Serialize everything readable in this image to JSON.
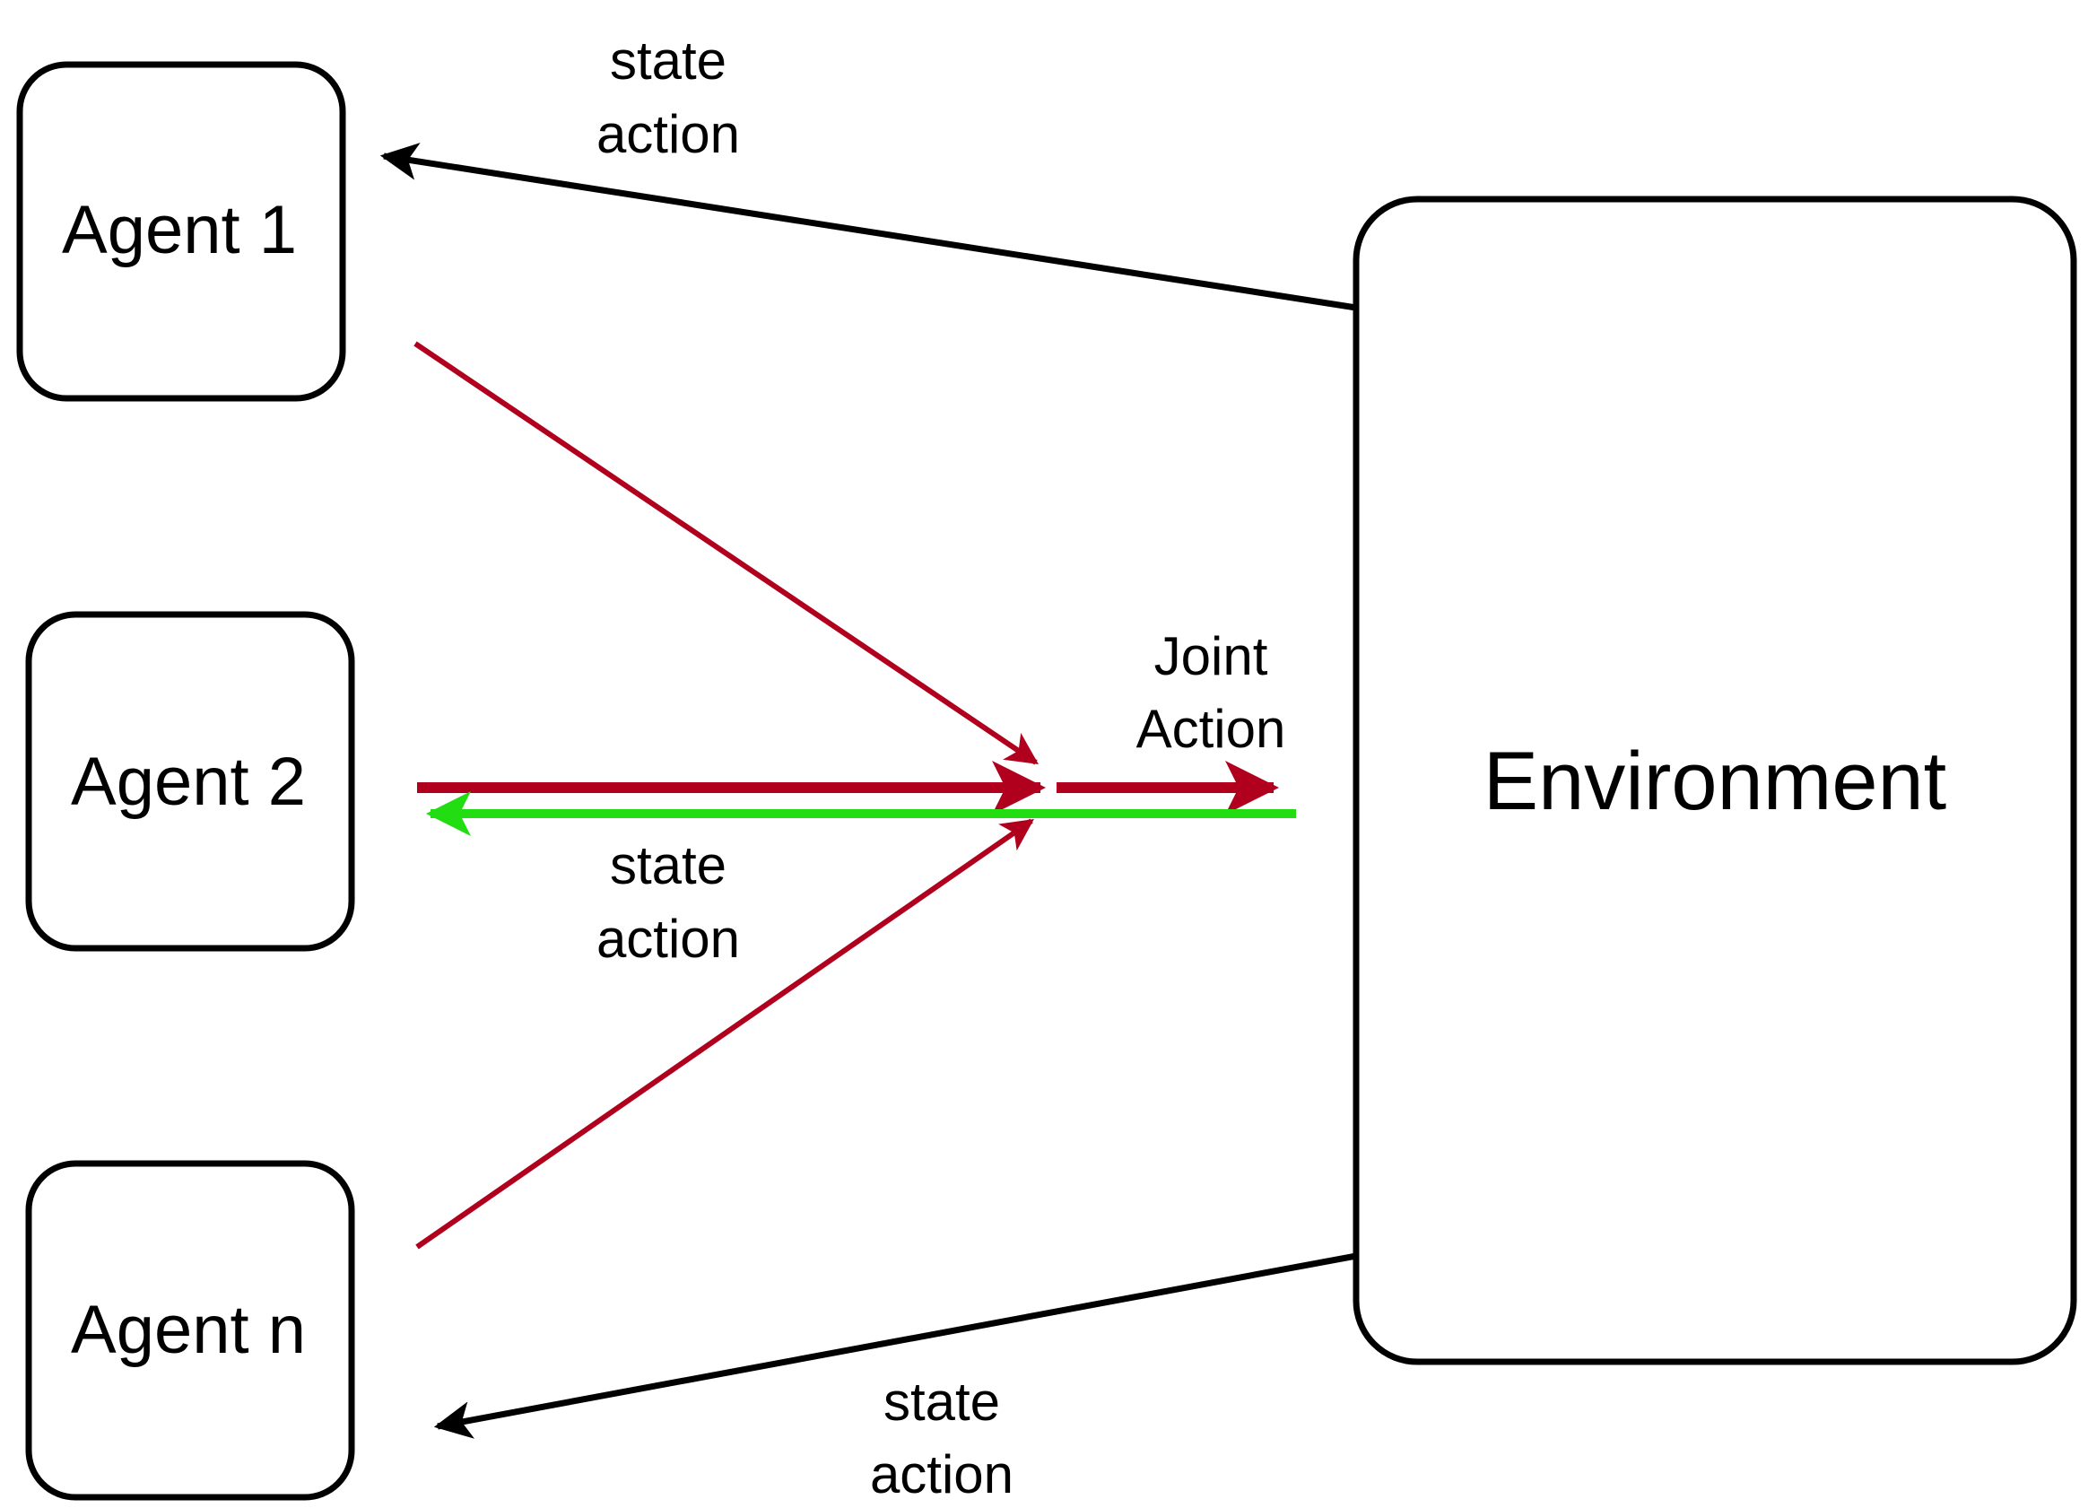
{
  "colors": {
    "box_stroke": "#000000",
    "state_action_edge": "#000000",
    "agent_action_edge": "#b0001e",
    "broadcast_state_edge": "#22dd11"
  },
  "nodes": {
    "agent_1": "Agent 1",
    "agent_2": "Agent 2",
    "agent_n": "Agent n",
    "environment": "Environment"
  },
  "edge_labels": {
    "top": {
      "line1": "state",
      "line2": "action"
    },
    "middle": {
      "line1": "state",
      "line2": "action"
    },
    "bottom": {
      "line1": "state",
      "line2": "action"
    },
    "joint": {
      "line1": "Joint",
      "line2": "Action"
    }
  }
}
